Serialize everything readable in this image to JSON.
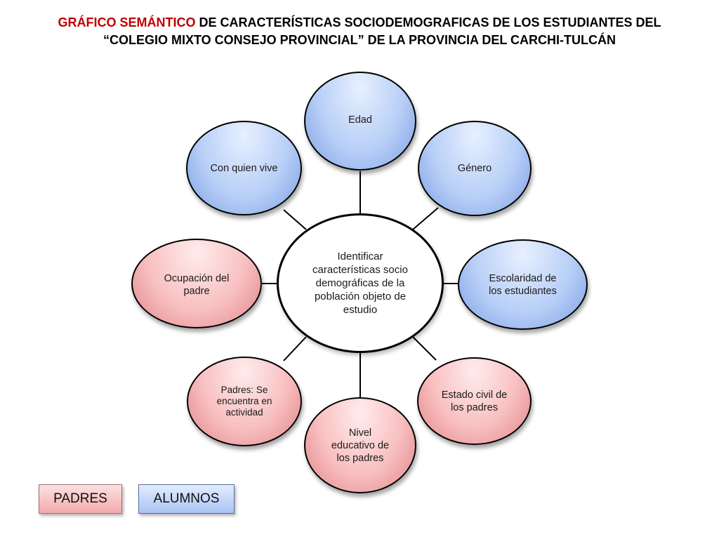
{
  "title": {
    "accent": "GRÁFICO SEMÁNTICO",
    "rest": " DE CARACTERÍSTICAS SOCIODEMOGRAFICAS DE LOS ESTUDIANTES DEL",
    "line2": "“COLEGIO MIXTO CONSEJO PROVINCIAL” DE LA PROVINCIA DEL CARCHI-TULCÁN"
  },
  "center": {
    "lines": [
      "Identificar",
      "características socio",
      "demográficas de la",
      "población  objeto de",
      "estudio"
    ]
  },
  "nodes": {
    "edad": {
      "label": "Edad",
      "color": "blue"
    },
    "genero": {
      "label": "Género",
      "color": "blue"
    },
    "escolaridad": {
      "lines": [
        "Escolaridad de",
        "los estudiantes"
      ],
      "color": "blue"
    },
    "estado_civil": {
      "lines": [
        "Estado civil de",
        "los padres"
      ],
      "color": "pink"
    },
    "nivel_educativo": {
      "lines": [
        "Nivel",
        "educativo de",
        "los padres"
      ],
      "color": "pink"
    },
    "padres_actividad": {
      "lines": [
        "Padres: Se",
        "encuentra en",
        "actividad"
      ],
      "color": "pink"
    },
    "ocupacion": {
      "lines": [
        "Ocupación del",
        "padre"
      ],
      "color": "pink"
    },
    "con_quien_vive": {
      "label": "Con quien vive",
      "color": "blue"
    }
  },
  "legend": {
    "padres": "PADRES",
    "alumnos": "ALUMNOS"
  },
  "colors": {
    "title_accent": "#c00000",
    "blue_fill": "#b8cff7",
    "pink_fill": "#f8bfc0"
  }
}
